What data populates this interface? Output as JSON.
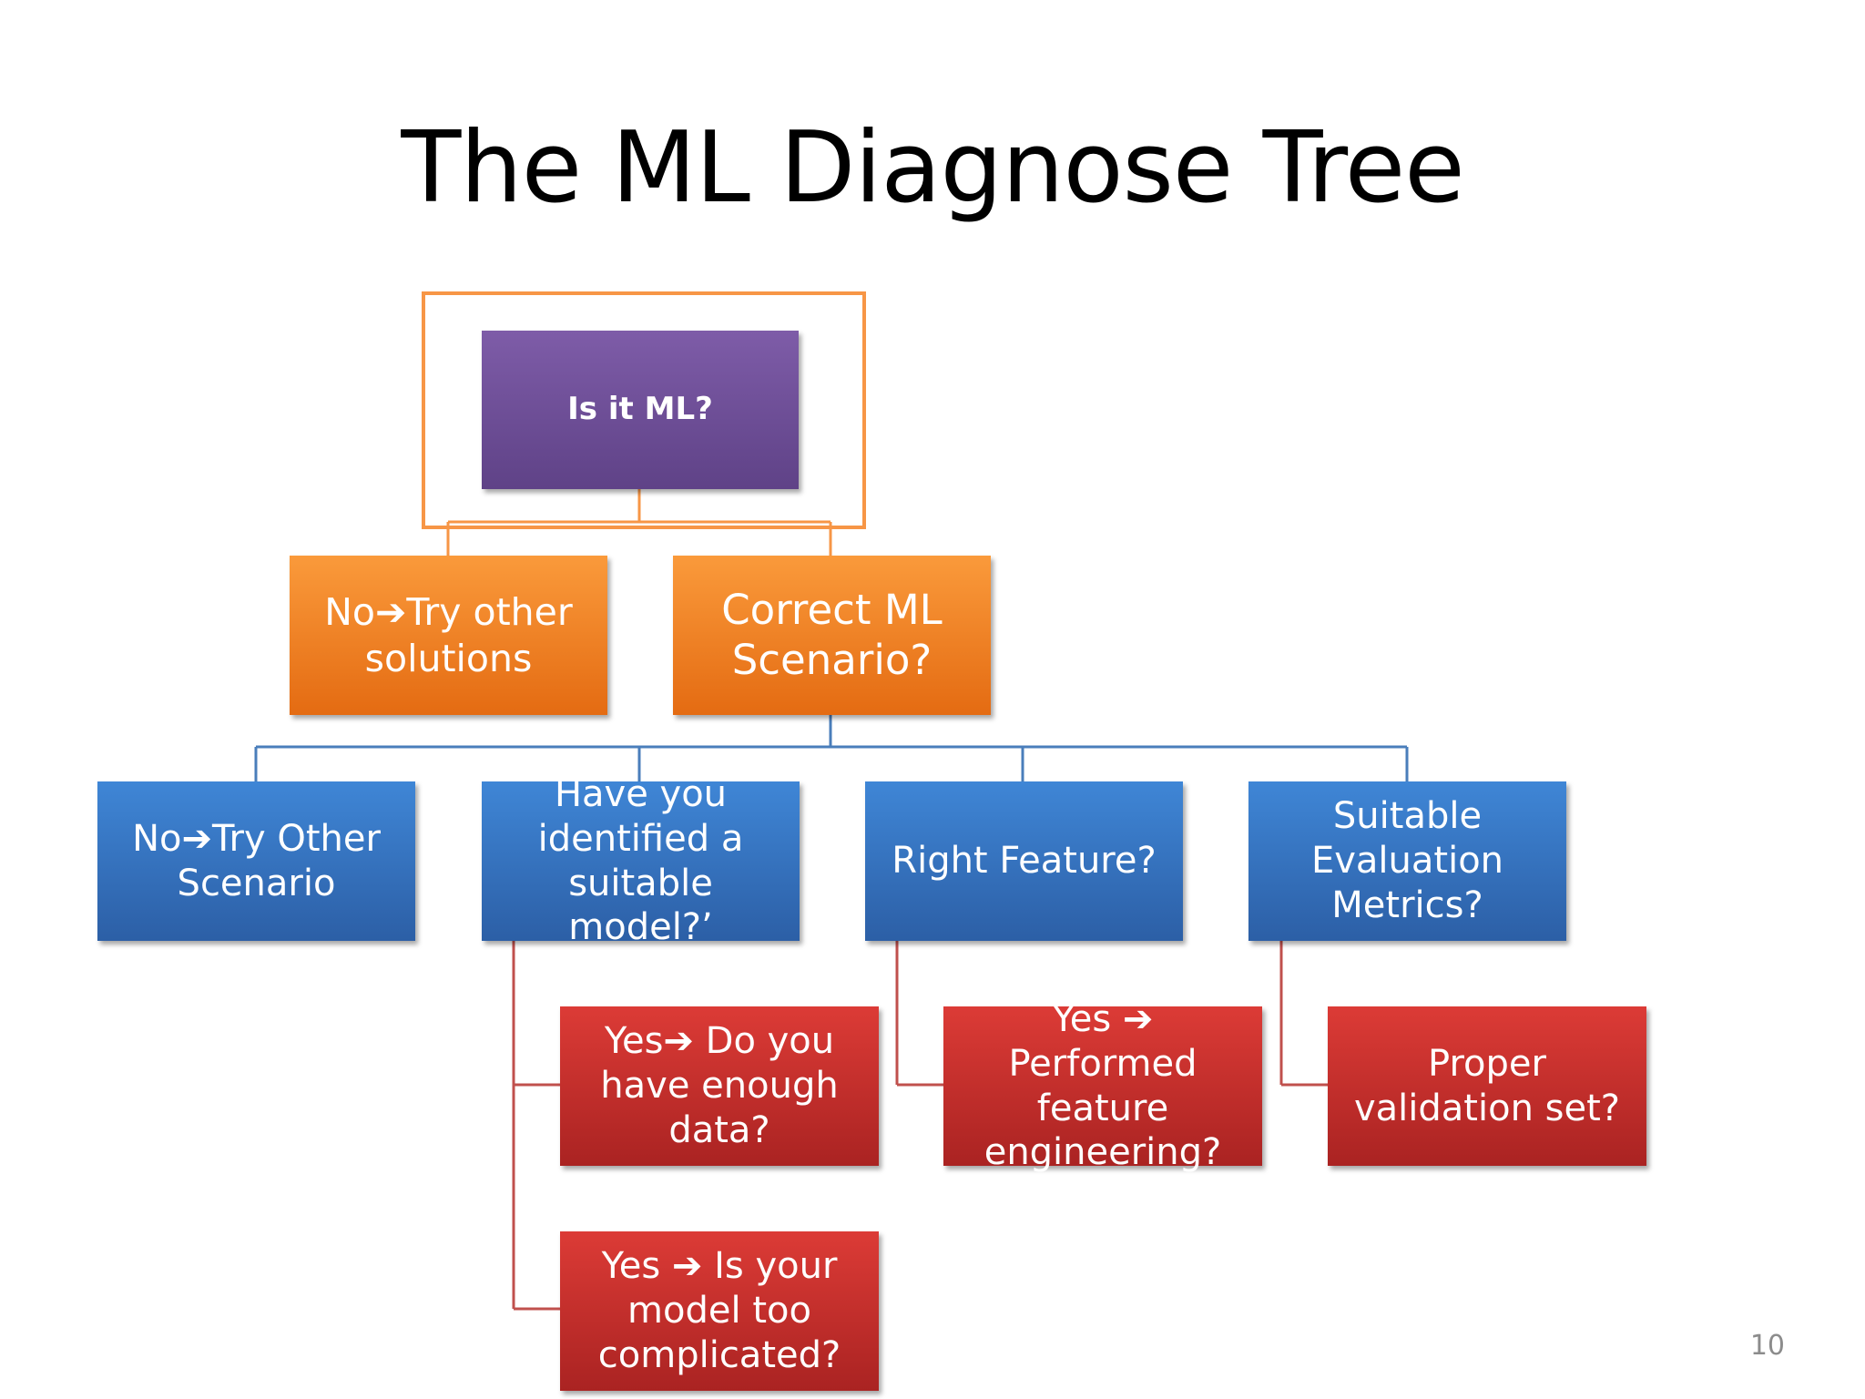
{
  "slide": {
    "title": "The ML Diagnose Tree",
    "page_number": "10"
  },
  "nodes": {
    "root": {
      "label": "Is it ML?"
    },
    "no_ml": {
      "label": "No➔Try other solutions"
    },
    "scenario": {
      "label": "Correct ML Scenario?"
    },
    "no_scenario": {
      "label": "No➔Try Other Scenario"
    },
    "model": {
      "label": "Have you identified a suitable model?’"
    },
    "feature": {
      "label": "Right Feature?"
    },
    "metrics": {
      "label": "Suitable Evaluation Metrics?"
    },
    "enough_data": {
      "label": "Yes➔ Do you have enough data?"
    },
    "too_complicated": {
      "label": "Yes ➔ Is your model too complicated?"
    },
    "feature_engineering": {
      "label": "Yes ➔ Performed feature engineering?"
    },
    "validation": {
      "label": "Proper validation set?"
    }
  },
  "colors": {
    "highlight": "#f79646",
    "purple": "#7e5ca8",
    "orange": "#f6882b",
    "blue": "#3a7bd0",
    "red": "#cc3330",
    "connector_orange": "#f79646",
    "connector_blue": "#4a7ebb",
    "connector_red": "#c0504d"
  }
}
